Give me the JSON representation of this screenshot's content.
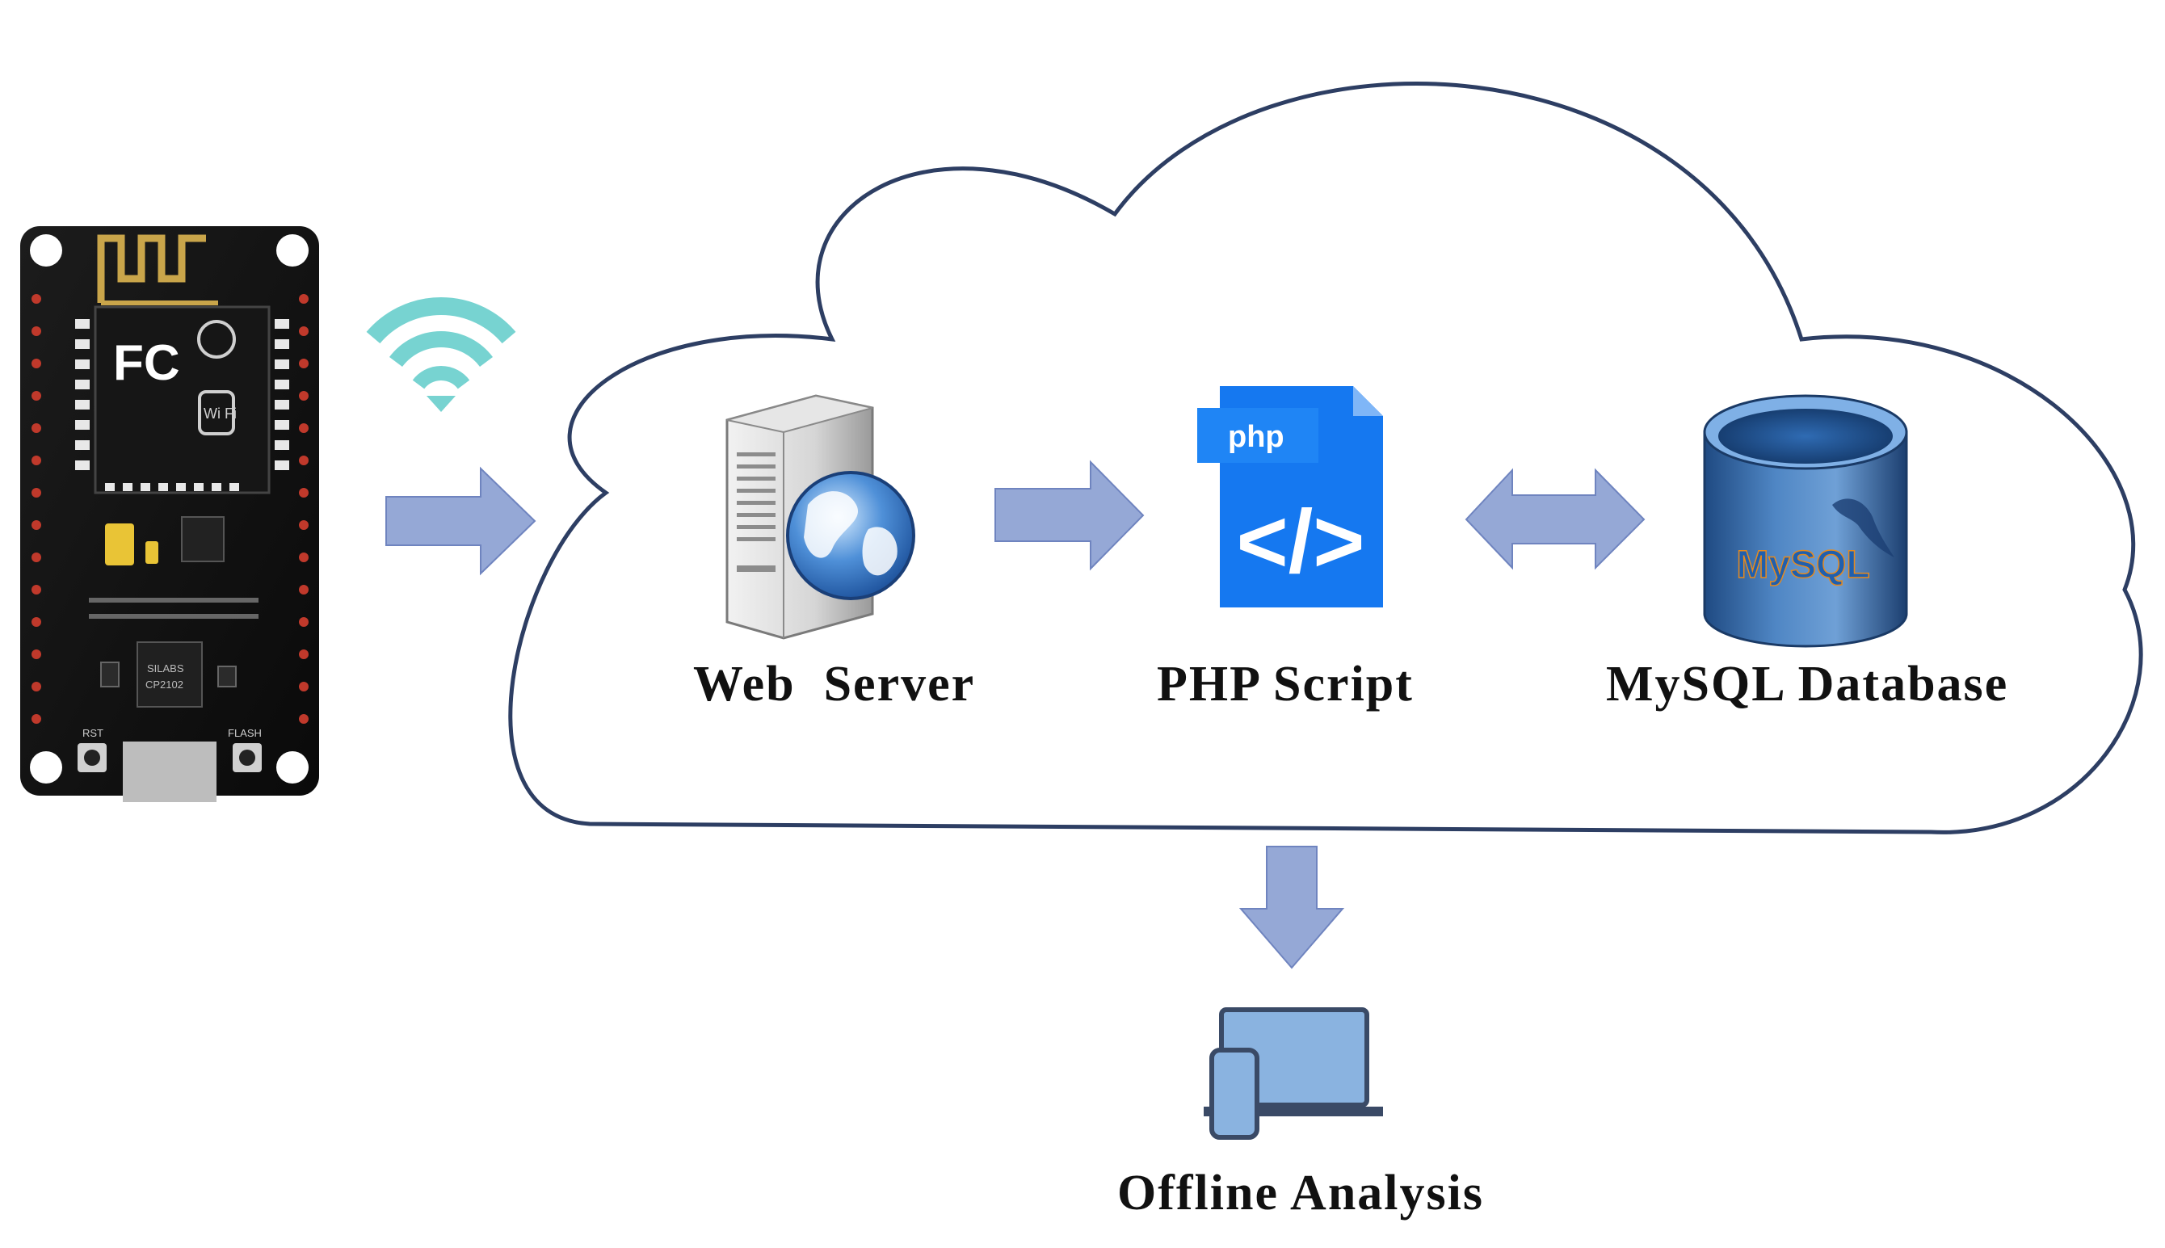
{
  "nodes": {
    "web_server": {
      "label": "Web  Server"
    },
    "php_script": {
      "label": "PHP Script",
      "badge": "php",
      "code_glyph": "</>"
    },
    "mysql": {
      "label": "MySQL Database",
      "logo": "MySQL"
    },
    "offline": {
      "label": "Offline Analysis"
    }
  },
  "board": {
    "markings": [
      "FC",
      "Wi Fi",
      "RST",
      "FLASH",
      "SILABS CP2102"
    ]
  },
  "colors": {
    "arrow_fill": "#95a8d6",
    "arrow_stroke": "#6f84bf",
    "cloud_stroke": "#2d3e63",
    "php_blue": "#1578f0",
    "wifi": "#77d3d1",
    "device_blue": "#8ab3e0"
  },
  "icons": [
    "nodemcu-board-icon",
    "wifi-icon",
    "web-server-icon",
    "globe-icon",
    "php-file-icon",
    "mysql-database-icon",
    "laptop-icon",
    "smartphone-icon",
    "cloud-icon"
  ]
}
